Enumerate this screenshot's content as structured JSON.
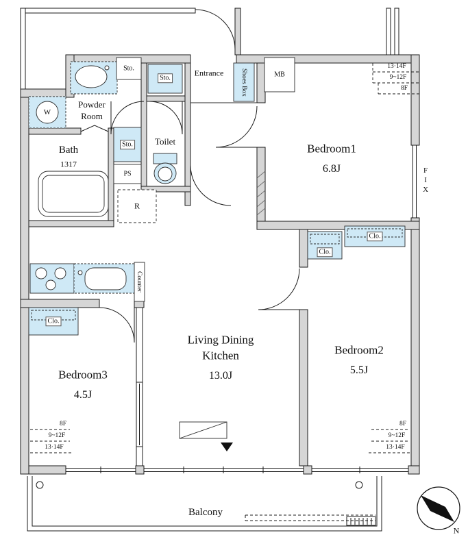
{
  "plan": {
    "rooms": {
      "bedroom1": {
        "name": "Bedroom1",
        "size": "6.8J"
      },
      "bedroom2": {
        "name": "Bedroom2",
        "size": "5.5J"
      },
      "bedroom3": {
        "name": "Bedroom3",
        "size": "4.5J"
      },
      "ldk": {
        "name_line1": "Living Dining",
        "name_line2": "Kitchen",
        "size": "13.0J"
      },
      "bath": {
        "name": "Bath",
        "size": "1317"
      },
      "powder_room": {
        "name_line1": "Powder",
        "name_line2": "Room"
      },
      "toilet": {
        "name": "Toilet"
      },
      "entrance": {
        "name": "Entrance"
      },
      "balcony": {
        "name": "Balcony"
      }
    },
    "fixtures": {
      "storage_top": "Sto.",
      "storage_entry": "Sto.",
      "storage_mid": "Sto.",
      "pipe_space": "PS",
      "refrigerator_space": "R",
      "meter_box": "MB",
      "washing_machine": "W",
      "shoes_box": "Shoes Box",
      "kitchen_counter": "Counter",
      "closet_bedroom3": "Clo.",
      "closet_bedroom2_left": "Clo.",
      "closet_bedroom2_right": "Clo.",
      "fix_window": "FIX"
    },
    "floor_annotations": {
      "top_right": [
        "13·14F",
        "9~12F",
        "8F"
      ],
      "bottom_left": [
        "8F",
        "9~12F",
        "13·14F"
      ],
      "bottom_right": [
        "8F",
        "9~12F",
        "13·14F"
      ]
    },
    "compass": {
      "north_label": "N"
    },
    "colors": {
      "fixture_fill": "#cfe9f6",
      "wall_fill": "#d6d6d6",
      "line": "#1a1a1a",
      "background": "#ffffff"
    }
  }
}
